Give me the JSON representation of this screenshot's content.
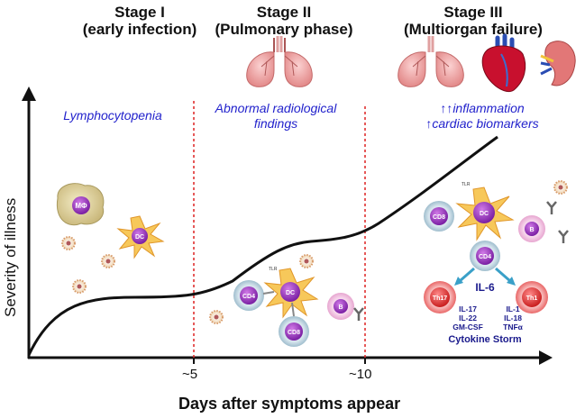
{
  "stages": [
    {
      "title": "Stage I",
      "subtitle": "(early infection)",
      "finding": "Lymphocytopenia"
    },
    {
      "title": "Stage II",
      "subtitle": "(Pulmonary phase)",
      "finding": "Abnormal radiological findings"
    },
    {
      "title": "Stage III",
      "subtitle": "(Multiorgan failure)",
      "finding_line1": "↑↑inflammation",
      "finding_line2": "↑cardiac biomarkers"
    }
  ],
  "axes": {
    "x_title": "Days after symptoms appear",
    "y_title": "Severity of illness",
    "ticks": [
      "~5",
      "~10"
    ]
  },
  "cells": {
    "macrophage": "MΦ",
    "dc": "DC",
    "cd4": "CD4",
    "cd8": "CD8",
    "b": "B",
    "th17": "Th17",
    "th1": "Th1",
    "tlr": "TLR",
    "il6": "IL-6"
  },
  "cytokines": {
    "left": [
      "IL-17",
      "IL-22",
      "GM-CSF"
    ],
    "right": [
      "IL-1",
      "IL-18",
      "TNFα"
    ],
    "storm": "Cytokine Storm"
  },
  "colors": {
    "finding_text": "#2222cc",
    "stage_divider": "#dd2222",
    "curve": "#111111",
    "cytokine_text": "#1a1a8c"
  }
}
